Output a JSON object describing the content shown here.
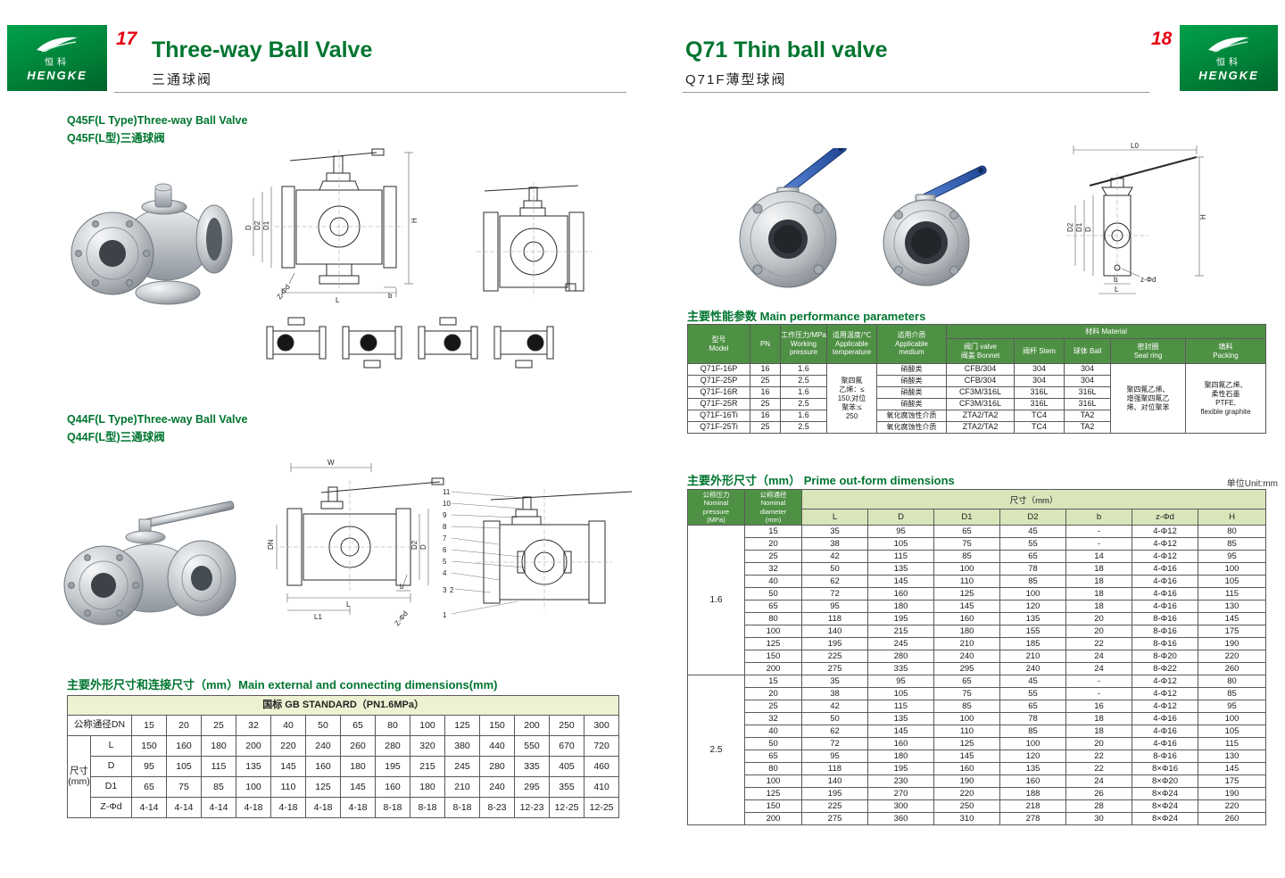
{
  "brand": {
    "zh": "恒科",
    "en": "HENGKE"
  },
  "left_page": {
    "page_number": "17",
    "title_en": "Three-way Ball Valve",
    "title_zh": "三通球阀",
    "section1": {
      "heading_en": "Q45F(L Type)Three-way Ball Valve",
      "heading_zh": "Q45F(L型)三通球阀"
    },
    "section2": {
      "heading_en": "Q44F(L Type)Three-way Ball Valve",
      "heading_zh": "Q44F(L型)三通球阀"
    },
    "dim_table": {
      "heading": "主要外形尺寸和连接尺寸（mm）Main external and connecting dimensions(mm)",
      "standard_header": "国标 GB STANDARD（PN1.6MPa）",
      "dn_label": "公称通径DN",
      "size_label": "尺寸\n(mm)",
      "dn": [
        "15",
        "20",
        "25",
        "32",
        "40",
        "50",
        "65",
        "80",
        "100",
        "125",
        "150",
        "200",
        "250",
        "300"
      ],
      "rows": [
        {
          "label": "L",
          "values": [
            "150",
            "160",
            "180",
            "200",
            "220",
            "240",
            "260",
            "280",
            "320",
            "380",
            "440",
            "550",
            "670",
            "720"
          ]
        },
        {
          "label": "D",
          "values": [
            "95",
            "105",
            "115",
            "135",
            "145",
            "160",
            "180",
            "195",
            "215",
            "245",
            "280",
            "335",
            "405",
            "460"
          ]
        },
        {
          "label": "D1",
          "values": [
            "65",
            "75",
            "85",
            "100",
            "110",
            "125",
            "145",
            "160",
            "180",
            "210",
            "240",
            "295",
            "355",
            "410"
          ]
        },
        {
          "label": "Z-Φd",
          "values": [
            "4-14",
            "4-14",
            "4-14",
            "4-18",
            "4-18",
            "4-18",
            "4-18",
            "8-18",
            "8-18",
            "8-18",
            "8-23",
            "12-23",
            "12-25",
            "12-25"
          ]
        }
      ]
    },
    "drawing_labels": {
      "q45f": {
        "h": "H",
        "d": "D",
        "d2": "D2",
        "d1": "D1",
        "l": "L",
        "b": "b",
        "zphid": "Z-Φd"
      },
      "q44f": {
        "w": "W",
        "dn": "DN",
        "d2": "D2",
        "d": "D",
        "l": "L",
        "l1": "L1",
        "b": "b",
        "zphid": "Z-Φd"
      },
      "parts": [
        "11",
        "10",
        "9",
        "8",
        "7",
        "6",
        "5",
        "4",
        "3",
        "2",
        "1"
      ]
    }
  },
  "right_page": {
    "page_number": "18",
    "title_en": "Q71 Thin ball valve",
    "title_zh": "Q71F薄型球阀",
    "perf_table": {
      "heading": "主要性能参数  Main performance parameters",
      "headers": {
        "model": "型号\nModel",
        "pn": "PN",
        "pressure": "工作压力/MPa\nWorking\npressure",
        "temperature": "适用温度/℃\nApplicable\ntemperature",
        "medium": "适用介质\nApplicable\nmedium",
        "material": "材料 Material",
        "bonnet": "阀门 valve\n阀盖 Bonnet",
        "stem": "阀杆 Stem",
        "ball": "球体 Ball",
        "seal": "密封圈\nSeal ring",
        "packing": "填料\nPacking"
      },
      "temperature_note": "聚四氟\n乙烯：≤\n150;对位\n聚苯:≤\n250",
      "seal_note": "聚四氟乙烯、\n增强聚四氟乙\n烯、对位聚苯",
      "packing_note": "聚四氟乙烯、\n柔性石墨\nPTFE,\nflexible graphite",
      "rows": [
        {
          "model": "Q71F-16P",
          "pn": "16",
          "pressure": "1.6",
          "medium": "硝酸类",
          "bonnet": "CFB/304",
          "stem": "304",
          "ball": "304"
        },
        {
          "model": "Q71F-25P",
          "pn": "25",
          "pressure": "2.5",
          "medium": "硝酸类",
          "bonnet": "CFB/304",
          "stem": "304",
          "ball": "304"
        },
        {
          "model": "Q71F-16R",
          "pn": "16",
          "pressure": "1.6",
          "medium": "硝酸类",
          "bonnet": "CF3M/316L",
          "stem": "316L",
          "ball": "316L"
        },
        {
          "model": "Q71F-25R",
          "pn": "25",
          "pressure": "2.5",
          "medium": "硝酸类",
          "bonnet": "CF3M/316L",
          "stem": "316L",
          "ball": "316L"
        },
        {
          "model": "Q71F-16Ti",
          "pn": "16",
          "pressure": "1.6",
          "medium": "氧化腐蚀性介质",
          "bonnet": "ZTA2/TA2",
          "stem": "TC4",
          "ball": "TA2"
        },
        {
          "model": "Q71F-25Ti",
          "pn": "25",
          "pressure": "2.5",
          "medium": "氧化腐蚀性介质",
          "bonnet": "ZTA2/TA2",
          "stem": "TC4",
          "ball": "TA2"
        }
      ]
    },
    "dims_table": {
      "heading": "主要外形尺寸（mm） Prime out-form dimensions",
      "unit_note": "单位Unit:mm",
      "pressure_header": "公称压力\nNominal\npressure\n(MPa)",
      "diameter_header": "公称通径\nNominal\ndiameter\n(mm)",
      "size_header": "尺寸（mm）",
      "columns": [
        "L",
        "D",
        "D1",
        "D2",
        "b",
        "z-Φd",
        "H"
      ],
      "groups": [
        {
          "pressure": "1.6",
          "rows": [
            [
              "15",
              "35",
              "95",
              "65",
              "45",
              "-",
              "4-Φ12",
              "80"
            ],
            [
              "20",
              "38",
              "105",
              "75",
              "55",
              "-",
              "4-Φ12",
              "85"
            ],
            [
              "25",
              "42",
              "115",
              "85",
              "65",
              "14",
              "4-Φ12",
              "95"
            ],
            [
              "32",
              "50",
              "135",
              "100",
              "78",
              "18",
              "4-Φ16",
              "100"
            ],
            [
              "40",
              "62",
              "145",
              "110",
              "85",
              "18",
              "4-Φ16",
              "105"
            ],
            [
              "50",
              "72",
              "160",
              "125",
              "100",
              "18",
              "4-Φ16",
              "115"
            ],
            [
              "65",
              "95",
              "180",
              "145",
              "120",
              "18",
              "4-Φ16",
              "130"
            ],
            [
              "80",
              "118",
              "195",
              "160",
              "135",
              "20",
              "8-Φ16",
              "145"
            ],
            [
              "100",
              "140",
              "215",
              "180",
              "155",
              "20",
              "8-Φ16",
              "175"
            ],
            [
              "125",
              "195",
              "245",
              "210",
              "185",
              "22",
              "8-Φ16",
              "190"
            ],
            [
              "150",
              "225",
              "280",
              "240",
              "210",
              "24",
              "8-Φ20",
              "220"
            ],
            [
              "200",
              "275",
              "335",
              "295",
              "240",
              "24",
              "8-Φ22",
              "260"
            ]
          ]
        },
        {
          "pressure": "2.5",
          "rows": [
            [
              "15",
              "35",
              "95",
              "65",
              "45",
              "-",
              "4-Φ12",
              "80"
            ],
            [
              "20",
              "38",
              "105",
              "75",
              "55",
              "-",
              "4-Φ12",
              "85"
            ],
            [
              "25",
              "42",
              "115",
              "85",
              "65",
              "16",
              "4-Φ12",
              "95"
            ],
            [
              "32",
              "50",
              "135",
              "100",
              "78",
              "18",
              "4-Φ16",
              "100"
            ],
            [
              "40",
              "62",
              "145",
              "110",
              "85",
              "18",
              "4-Φ16",
              "105"
            ],
            [
              "50",
              "72",
              "160",
              "125",
              "100",
              "20",
              "4-Φ16",
              "115"
            ],
            [
              "65",
              "95",
              "180",
              "145",
              "120",
              "22",
              "8-Φ16",
              "130"
            ],
            [
              "80",
              "118",
              "195",
              "160",
              "135",
              "22",
              "8×Φ16",
              "145"
            ],
            [
              "100",
              "140",
              "230",
              "190",
              "160",
              "24",
              "8×Φ20",
              "175"
            ],
            [
              "125",
              "195",
              "270",
              "220",
              "188",
              "26",
              "8×Φ24",
              "190"
            ],
            [
              "150",
              "225",
              "300",
              "250",
              "218",
              "28",
              "8×Φ24",
              "220"
            ],
            [
              "200",
              "275",
              "360",
              "310",
              "278",
              "30",
              "8×Φ24",
              "260"
            ]
          ]
        }
      ]
    },
    "drawing_labels": {
      "l0": "L0",
      "h": "H",
      "d": "D",
      "d1": "D1",
      "d2": "D2",
      "zphid": "z-Φd",
      "b": "b",
      "l": "L"
    }
  }
}
